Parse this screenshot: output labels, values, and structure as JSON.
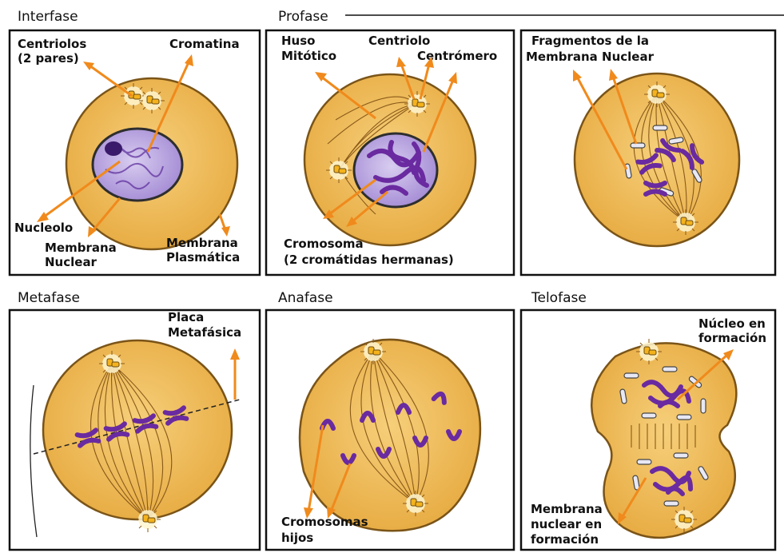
{
  "panels": {
    "interfase": {
      "title": "Interfase",
      "labels": {
        "centriolos_1": "Centriolos",
        "centriolos_2": "(2 pares)",
        "cromatina": "Cromatina",
        "nucleolo": "Nucleolo",
        "membrana_nuclear_1": "Membrana",
        "membrana_nuclear_2": "Nuclear",
        "membrana_plasmatica_1": "Membrana",
        "membrana_plasmatica_2": "Plasmática"
      }
    },
    "profase": {
      "title": "Profase",
      "labels": {
        "huso_1": "Huso",
        "huso_2": "Mitótico",
        "centriolo": "Centriolo",
        "centromero": "Centrómero",
        "cromosoma_1": "Cromosoma",
        "cromosoma_2": "(2 cromátidas hermanas)",
        "fragmentos_1": "Fragmentos de la",
        "fragmentos_2": "Membrana Nuclear"
      }
    },
    "metafase": {
      "title": "Metafase",
      "labels": {
        "placa_1": "Placa",
        "placa_2": "Metafásica"
      }
    },
    "anafase": {
      "title": "Anafase",
      "labels": {
        "hijos_1": "Cromosomas",
        "hijos_2": "hijos"
      }
    },
    "telofase": {
      "title": "Telofase",
      "labels": {
        "nucleo_1": "Núcleo en",
        "nucleo_2": "formación",
        "membrana_1": "Membrana",
        "membrana_2": "nuclear en",
        "membrana_3": "formación"
      }
    }
  },
  "colors": {
    "cytoplasm": "#f1c063",
    "chromosome": "#6a2aa0",
    "arrow": "#f08a1c",
    "nucleus": "#b9a6dd"
  }
}
